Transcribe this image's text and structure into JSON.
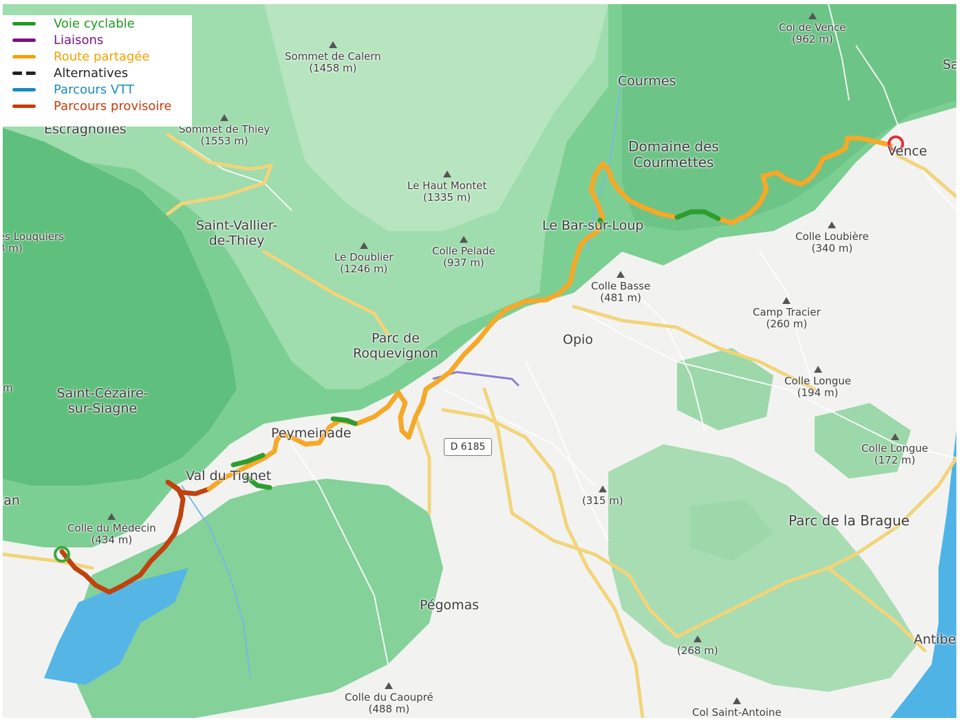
{
  "legend": [
    {
      "label": "Voie cyclable",
      "color": "#1f9a1f",
      "style": "solid"
    },
    {
      "label": "Liaisons",
      "color": "#7a1585",
      "style": "solid"
    },
    {
      "label": "Route partagée",
      "color": "#f5a000",
      "style": "solid"
    },
    {
      "label": "Alternatives",
      "color": "#222222",
      "style": "dashed"
    },
    {
      "label": "Parcours VTT",
      "color": "#1a8ac0",
      "style": "solid"
    },
    {
      "label": "Parcours provisoire",
      "color": "#c93a0c",
      "style": "solid"
    }
  ],
  "route_colors": {
    "shared_road": "#f6a828",
    "cycle_lane": "#2f9d2f",
    "provisional": "#c0420f",
    "start_marker": "#3ea83e",
    "end_marker": "#e0313a"
  },
  "peaks": {
    "col_de_vence": {
      "name": "Col de Vence",
      "elevation": "(962 m)"
    },
    "sommet_de_calern": {
      "name": "Sommet de Calern",
      "elevation": "(1458 m)"
    },
    "sommet_de_thiey": {
      "name": "Sommet de Thiey",
      "elevation": "(1553 m)"
    },
    "le_haut_montet": {
      "name": "Le Haut Montet",
      "elevation": "(1335 m)"
    },
    "colle_pelade": {
      "name": "Colle Pelade",
      "elevation": "(937 m)"
    },
    "le_doublier": {
      "name": "Le Doublier",
      "elevation": "(1246 m)"
    },
    "colle_basse": {
      "name": "Colle Basse",
      "elevation": "(481 m)"
    },
    "colle_loubiere": {
      "name": "Colle Loubière",
      "elevation": "(340 m)"
    },
    "camp_tracier": {
      "name": "Camp Tracier",
      "elevation": "(260 m)"
    },
    "colle_longue_194": {
      "name": "Colle Longue",
      "elevation": "(194 m)"
    },
    "colle_longue_172": {
      "name": "Colle Longue",
      "elevation": "(172 m)"
    },
    "unnamed_315": {
      "name": "",
      "elevation": "(315 m)"
    },
    "unnamed_268": {
      "name": "",
      "elevation": "(268 m)"
    },
    "colle_du_medecin": {
      "name": "Colle du Médecin",
      "elevation": "(434 m)"
    },
    "colle_du_caoupre": {
      "name": "Colle du Caoupré",
      "elevation": "(488 m)"
    },
    "col_saint_antoine": {
      "name": "Col Saint-Antoine",
      "elevation": ""
    },
    "les_louquiers": {
      "name": "es Louquiers",
      "elevation": "3 m)"
    }
  },
  "places": {
    "courmes": "Courmes",
    "domaine_des_courmettes": "Domaine des Courmettes",
    "vence": "Vence",
    "saint_vallier": "Saint-Vallier-de-Thiey",
    "le_bar_sur_loup": "Le Bar-sur-Loup",
    "opio": "Opio",
    "parc_de_roquevignon": "Parc de Roquevignon",
    "peymeinade": "Peymeinade",
    "val_du_tignet": "Val du Tignet",
    "saint_cezaire": "Saint-Cézaire-sur-Siagne",
    "pegomas": "Pégomas",
    "parc_de_la_brague": "Parc de la Brague",
    "antibes": "Antibe",
    "escragnolles": "Escragnolles",
    "sa_edge": "Sa",
    "ian_edge": "ian",
    "m_edge": "m"
  },
  "road_shield": "D 6185"
}
